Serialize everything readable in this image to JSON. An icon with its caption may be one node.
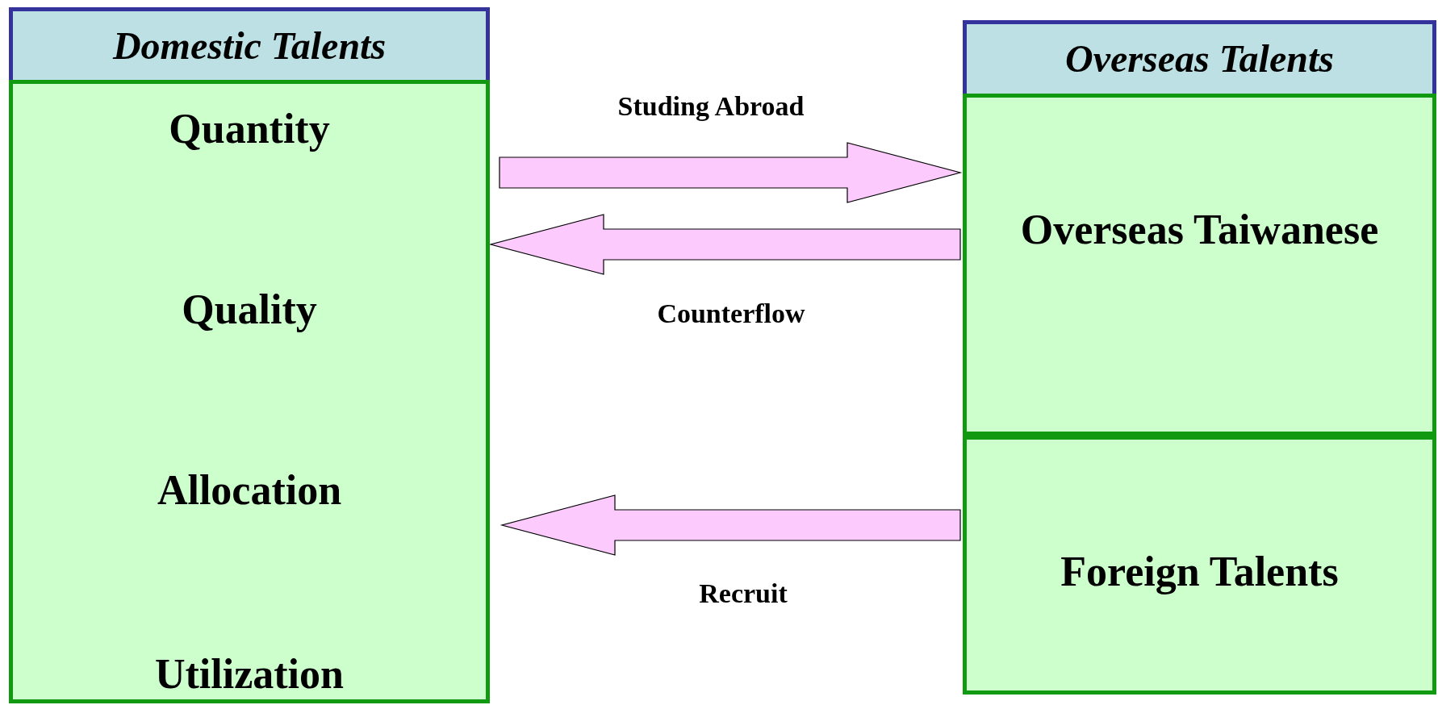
{
  "diagram": {
    "nodes": [
      {
        "text": [
          "Domestic Talents"
        ]
      },
      {
        "text": [
          "Quantity",
          "Quality",
          "Allocation",
          "Utilization"
        ]
      },
      {
        "text": [
          "Overseas Talents"
        ]
      },
      {
        "text": [
          "Overseas Taiwanese"
        ]
      },
      {
        "text": [
          "Foreign Talents"
        ]
      }
    ],
    "edges": [
      {
        "from": 1,
        "to": 3,
        "arrow": "to",
        "label": "Studing Abroad"
      },
      {
        "from": 3,
        "to": 1,
        "arrow": "to",
        "label": "Counterflow"
      },
      {
        "from": 4,
        "to": 1,
        "arrow": "to",
        "label": "Recruit"
      }
    ]
  }
}
